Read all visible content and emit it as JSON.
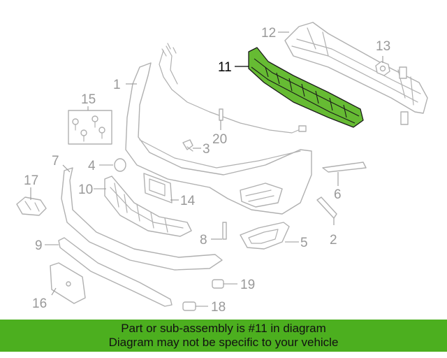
{
  "colors": {
    "highlight": "#66bb33",
    "banner": "#4caf1f",
    "part_line": "#b0b0b0",
    "label": "#999999"
  },
  "callouts": {
    "c1": "1",
    "c2": "2",
    "c3": "3",
    "c4": "4",
    "c5": "5",
    "c6": "6",
    "c7": "7",
    "c8": "8",
    "c9": "9",
    "c10": "10",
    "c11": "11",
    "c12": "12",
    "c13": "13",
    "c14": "14",
    "c15": "15",
    "c16": "16",
    "c17": "17",
    "c18": "18",
    "c19": "19",
    "c20": "20"
  },
  "highlighted_part": "11",
  "banner": {
    "line1": "Part or sub-assembly is #11 in diagram",
    "line2": "Diagram may not be specific to your vehicle"
  }
}
